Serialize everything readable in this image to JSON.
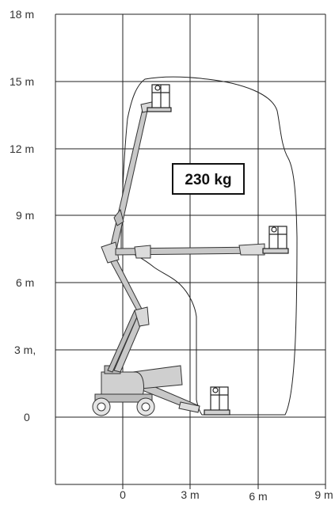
{
  "diagram": {
    "y_axis_labels": [
      "18 m",
      "15 m",
      "12 m",
      "9 m",
      "6 m",
      "3 m,",
      "0"
    ],
    "x_axis_labels": [
      "0",
      "3 m",
      "6 m",
      "9 m"
    ],
    "capacity_label": "230 kg",
    "colors": {
      "grid": "#222222",
      "envelope": "#222222",
      "arm": "#c8c8c8",
      "arm_stroke": "#333333",
      "body": "#d0d0d0",
      "platform": "#ffffff"
    },
    "icons": [
      "boom-lift-icon",
      "platform-basket-icon",
      "wheel-icon"
    ]
  }
}
